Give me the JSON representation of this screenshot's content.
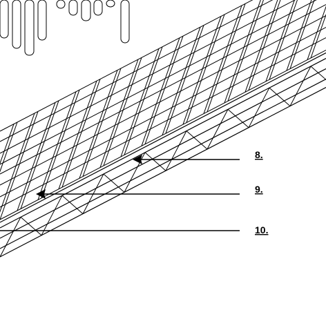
{
  "callouts": [
    {
      "label": "8."
    },
    {
      "label": "9."
    },
    {
      "label": "10."
    }
  ],
  "colors": {
    "line": "#000000",
    "background": "#ffffff"
  }
}
